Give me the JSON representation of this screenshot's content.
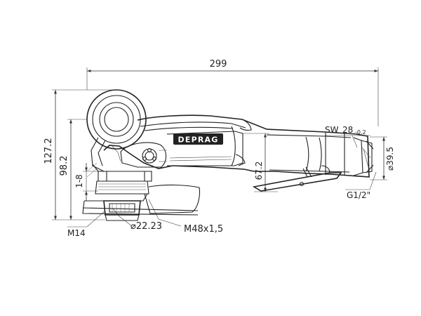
{
  "drawing": {
    "brand_logo": "DEPRAG",
    "dimensions": {
      "overall_length": "299",
      "overall_height": "127.2",
      "spindle_height": "98.2",
      "guard_range": "1-8",
      "handle_height": "67.2",
      "wrench_size_label": "SW",
      "wrench_size_value": "28",
      "wrench_size_tolerance": "-0.2",
      "inlet_diameter": "⌀39.5",
      "air_inlet_thread": "G1/2\"",
      "spindle_thread": "M14",
      "bore_diameter": "⌀22.23",
      "guard_thread": "M48x1,5"
    }
  }
}
